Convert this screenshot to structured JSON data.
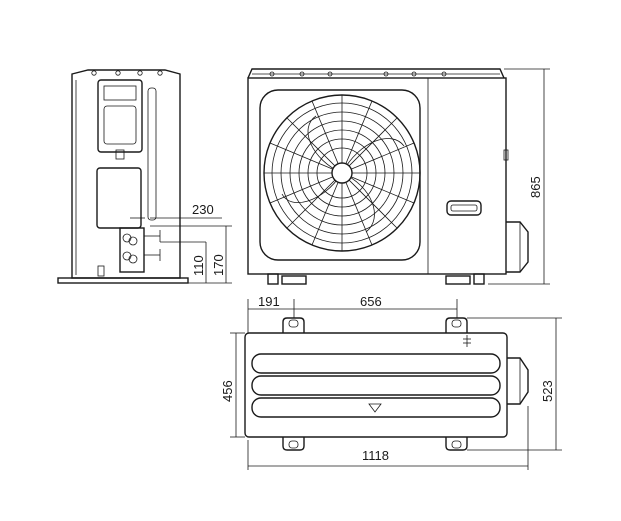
{
  "dimensions": {
    "side_pipe_height": "230",
    "side_height_a": "110",
    "side_height_b": "170",
    "unit_height": "865",
    "foot_offset": "191",
    "foot_span": "656",
    "depth_inner": "456",
    "depth_total": "523",
    "unit_width": "1118"
  }
}
